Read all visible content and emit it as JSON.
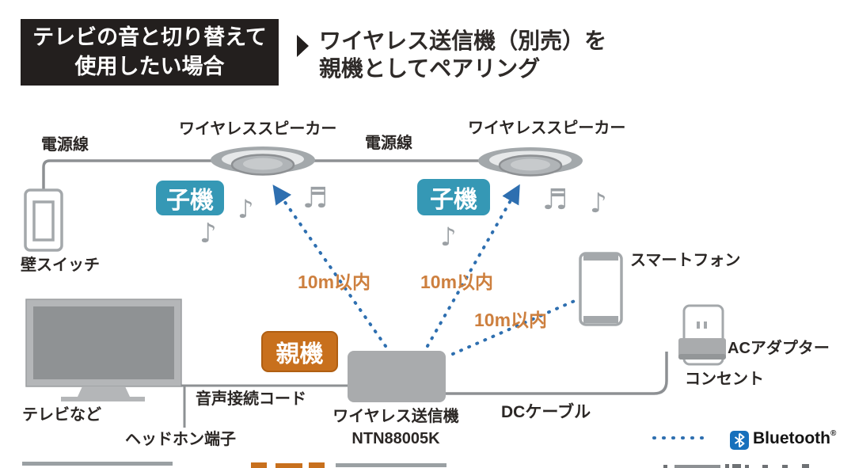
{
  "header": {
    "case_box": {
      "line1": "テレビの音と切り替えて",
      "line2": "使用したい場合"
    },
    "result": {
      "line1": "ワイヤレス送信機（別売）を",
      "line2": "親機としてペアリング"
    }
  },
  "labels": {
    "power_line": "電源線",
    "wireless_speaker": "ワイヤレススピーカー",
    "child_unit": "子機",
    "parent_unit": "親機",
    "wall_switch": "壁スイッチ",
    "tv": "テレビなど",
    "audio_cable": "音声接続コード",
    "headphone_jack": "ヘッドホン端子",
    "transmitter_name": "ワイヤレス送信機",
    "transmitter_model": "NTN88005K",
    "dc_cable": "DCケーブル",
    "smartphone": "スマートフォン",
    "ac_adapter": "ACアダプター",
    "outlet": "コンセント",
    "range": "10m以内"
  },
  "legend": {
    "bluetooth": "Bluetooth",
    "trademark": "®"
  },
  "notes": {
    "beamed": "♬",
    "single": "♪"
  },
  "colors": {
    "child_unit_bg": "#3598b5",
    "parent_unit_bg": "#c8701d",
    "range_text": "#cd7f3e",
    "wireless_dotted_blue": "#2e6fb0",
    "bluetooth_logo_blue": "#1770bc",
    "device_gray": "#a9abad",
    "line_gray": "#8d9093",
    "header_box_bg": "#231f1e"
  }
}
